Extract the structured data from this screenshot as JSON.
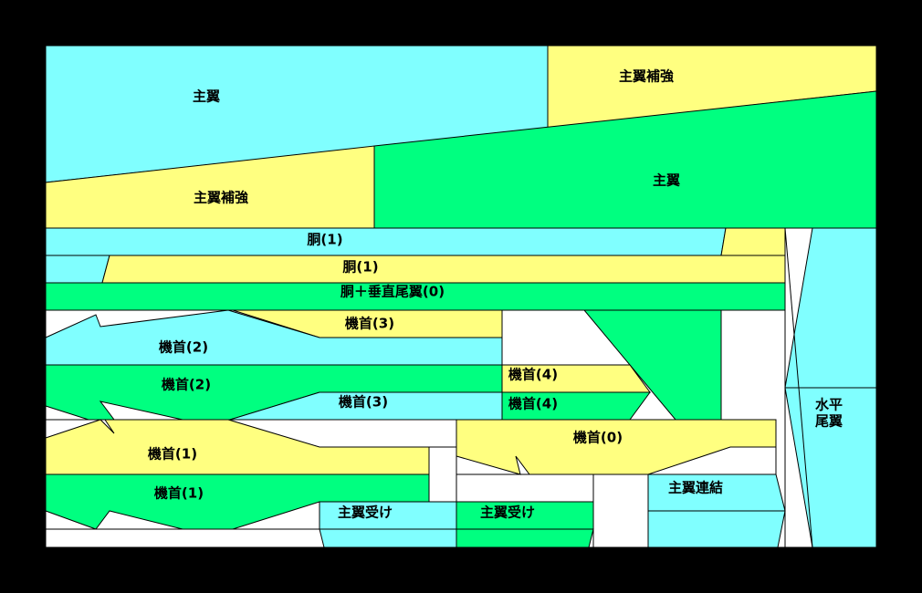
{
  "palette": {
    "background": "#000000",
    "sheet": "#ffffff",
    "cyan": "#80ffff",
    "yellow": "#ffff80",
    "green": "#00ff80",
    "white": "#ffffff"
  },
  "labels": {
    "main_wing_a": "主翼",
    "main_wing_reinforce_a": "主翼補強",
    "main_wing_reinforce_b": "主翼補強",
    "main_wing_b": "主翼",
    "fuselage_1a": "胴(1)",
    "fuselage_1b": "胴(1)",
    "fuselage_vertical_tail": "胴＋垂直尾翼(0)",
    "nose_3a": "機首(3)",
    "nose_2a": "機首(2)",
    "nose_2b": "機首(2)",
    "nose_3b": "機首(3)",
    "nose_4a": "機首(4)",
    "nose_4b": "機首(4)",
    "nose_0": "機首(0)",
    "nose_1a": "機首(1)",
    "nose_1b": "機首(1)",
    "wing_joint": "主翼連結",
    "wing_mount_a": "主翼受け",
    "wing_mount_b": "主翼受け",
    "horizontal_tail_line1": "水平",
    "horizontal_tail_line2": "尾翼"
  }
}
